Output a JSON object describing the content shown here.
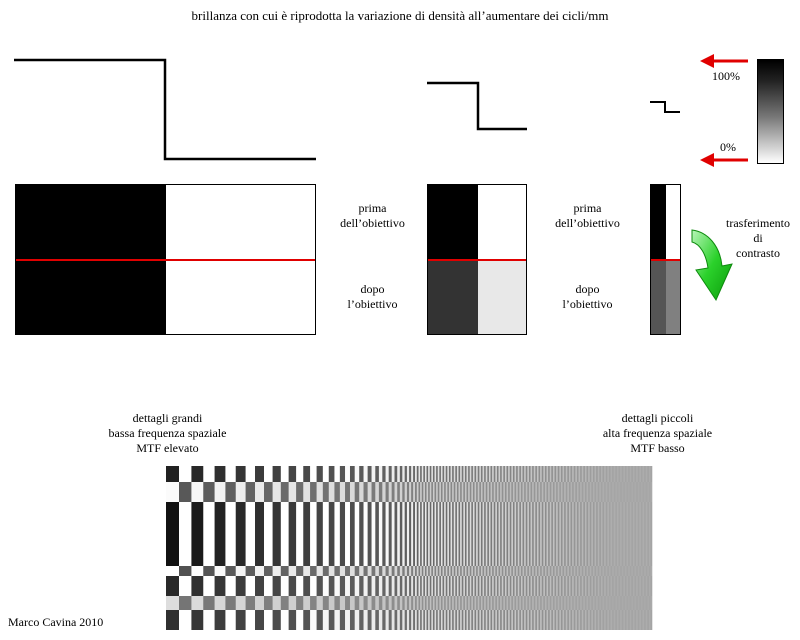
{
  "title": "brillanza con cui è riprodotta la variazione di densità all’aumentare dei cicli/mm",
  "scale": {
    "top_label": "100%",
    "bottom_label": "0%"
  },
  "labels": {
    "before_lens": [
      "prima",
      "dell’obiettivo"
    ],
    "after_lens": [
      "dopo",
      "l’obiettivo"
    ],
    "contrast_transfer": [
      "trasferimento",
      "di",
      "contrasto"
    ]
  },
  "captions": {
    "large_details": [
      "dettagli grandi",
      "bassa frequenza spaziale",
      "MTF elevato"
    ],
    "small_details": [
      "dettagli piccoli",
      "alta frequenza spaziale",
      "MTF basso"
    ]
  },
  "credit": "Marco Cavina 2010",
  "colors": {
    "red": "#e00000",
    "black": "#000000",
    "white": "#ffffff",
    "after_dark_mid": "#333333",
    "after_light_mid": "#e8e8e8",
    "after_dark_high": "#555555",
    "after_light_high": "#808080",
    "arrow_green": "#22cc22"
  },
  "icons": {
    "red_arrow": "arrow-left-icon",
    "green_arrow": "curved-down-arrow-icon"
  }
}
